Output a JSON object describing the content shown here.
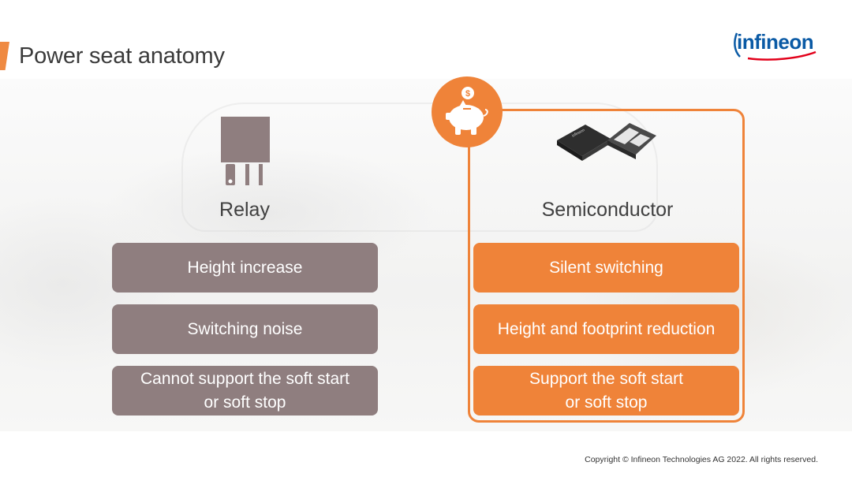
{
  "slide": {
    "title": "Power seat anatomy",
    "logo_text": "infineon",
    "copyright": "Copyright © Infineon Technologies AG 2022. All rights reserved."
  },
  "relay": {
    "title": "Relay",
    "items": [
      "Height increase",
      "Switching noise",
      "Cannot support the soft start or soft stop"
    ]
  },
  "semiconductor": {
    "title": "Semiconductor",
    "items": [
      "Silent switching",
      "Height and footprint reduction",
      "Support the soft start or soft stop"
    ]
  },
  "icons": {
    "badge": "piggy-bank-dollar-icon",
    "relay": "relay-component-icon",
    "semiconductor": "semiconductor-chips-icon"
  },
  "colors": {
    "accent": "#ef8339",
    "relay_pill": "#8f7e7f",
    "logo": "#0a5aa5"
  }
}
